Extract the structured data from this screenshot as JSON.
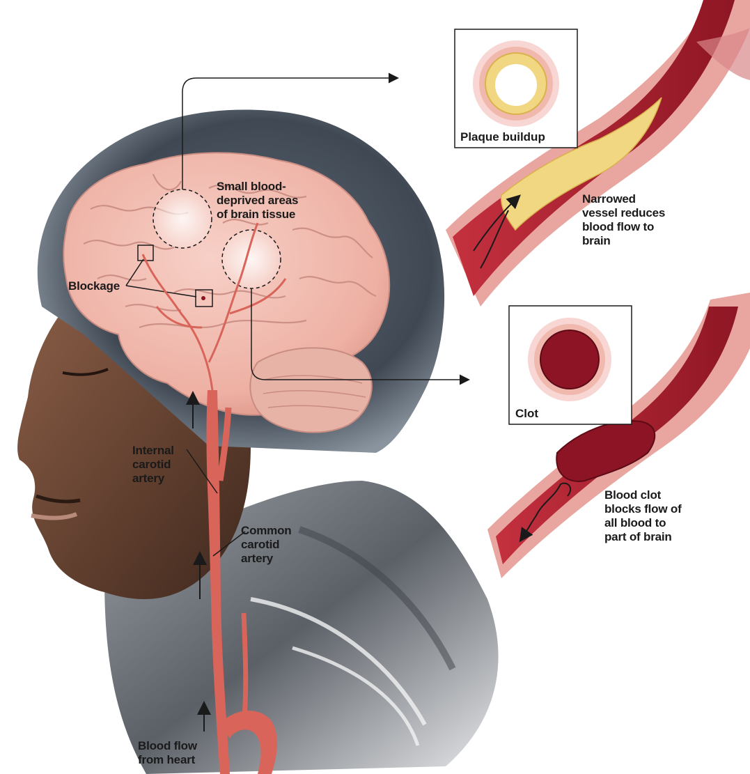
{
  "labels": {
    "small_blood_deprived": [
      "Small blood-",
      "deprived areas",
      "of brain tissue"
    ],
    "blockage": "Blockage",
    "internal_carotid": [
      "Internal",
      "carotid",
      "artery"
    ],
    "common_carotid": [
      "Common",
      "carotid",
      "artery"
    ],
    "blood_flow": [
      "Blood flow",
      "from heart"
    ],
    "narrowed_vessel": [
      "Narrowed",
      "vessel reduces",
      "blood flow to",
      "brain"
    ],
    "blood_clot": [
      "Blood clot",
      "blocks flow of",
      "all blood to",
      "part of brain"
    ]
  },
  "insets": {
    "plaque": "Plaque buildup",
    "clot": "Clot"
  },
  "colors": {
    "brain": "#f1b9ad",
    "brain_fold": "#c98c82",
    "artery": "#d9645a",
    "vessel_wall": "#e9a6a0",
    "vessel_lumen": "#b32a37",
    "plaque": "#f1d781",
    "clot": "#8c1424",
    "hair": "#4a5561",
    "skin": "#6e4a38",
    "shirt": "#6d7178"
  }
}
